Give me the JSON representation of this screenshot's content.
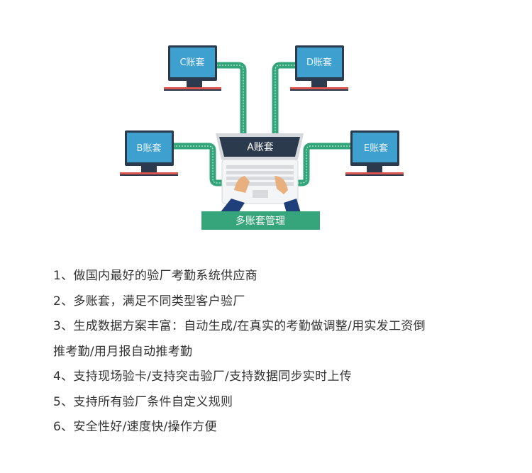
{
  "diagram": {
    "monitors": {
      "c": "C账套",
      "d": "D账套",
      "b": "B账套",
      "e": "E账套"
    },
    "laptop_label": "A账套",
    "bar_label": "多账套管理",
    "colors": {
      "screen": "#3ea0cf",
      "frame": "#2b3a4c",
      "base": "#d9534f",
      "cable": "#33a57a",
      "bar": "#37a57b"
    }
  },
  "features": [
    "1、做国内最好的验厂考勤系统供应商",
    "2、多账套，满足不同类型客户验厂",
    "3、生成数据方案丰富：自动生成/在真实的考勤做调整/用实发工资倒",
    "推考勤/用月报自动推考勤",
    "4、支持现场验卡/支持突击验厂/支持数据同步实时上传",
    "5、支持所有验厂条件自定义规则",
    "6、安全性好/速度快/操作方便"
  ]
}
